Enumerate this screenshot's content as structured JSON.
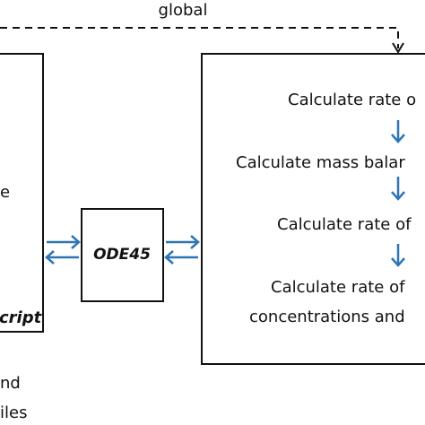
{
  "global_label": "global",
  "left_box": {
    "visible_letter": "e",
    "script_label": "cript"
  },
  "ode_box": {
    "label": "ODE45"
  },
  "right_box": {
    "steps": [
      "Calculate rate o",
      "Calculate mass balar",
      "Calculate rate of",
      "Calculate rate of"
    ],
    "step4_line2": "concentrations and"
  },
  "bottom_left": {
    "line1": "nd",
    "line2": "iles"
  },
  "colors": {
    "arrow_blue": "#2e75b6",
    "box_border": "#111111"
  }
}
